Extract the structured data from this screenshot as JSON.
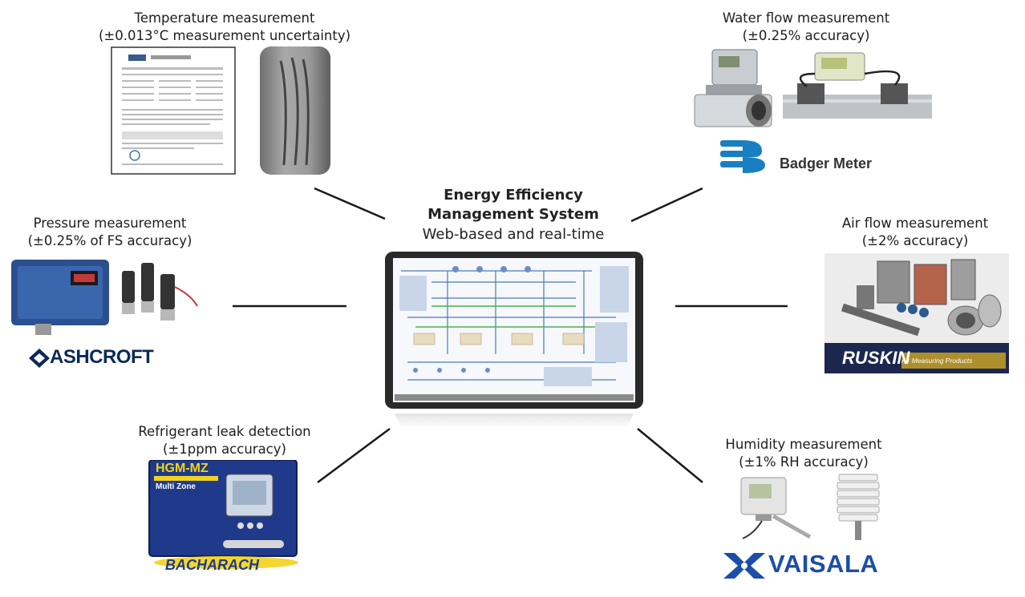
{
  "center": {
    "title_line1": "Energy Efficiency",
    "title_line2": "Management System",
    "subtitle": "Web-based and real-time"
  },
  "nodes": {
    "temperature": {
      "line1": "Temperature measurement",
      "line2": "(±0.013°C measurement uncertainty)"
    },
    "water_flow": {
      "line1": "Water flow measurement",
      "line2": "(±0.25% accuracy)",
      "brand": "Badger Meter"
    },
    "pressure": {
      "line1": "Pressure measurement",
      "line2": "(±0.25% of FS accuracy)",
      "brand": "ASHCROFT"
    },
    "air_flow": {
      "line1": "Air flow measurement",
      "line2": "(±2% accuracy)",
      "brand": "RUSKIN",
      "brand_tag": "Air Measuring Products"
    },
    "refrigerant": {
      "line1": "Refrigerant leak detection",
      "line2": "(±1ppm accuracy)",
      "brand": "BACHARACH",
      "device_label": "HGM-MZ",
      "device_sublabel": "Multi Zone"
    },
    "humidity": {
      "line1": "Humidity measurement",
      "line2": "(±1% RH accuracy)",
      "brand": "VAISALA"
    }
  },
  "colors": {
    "line": "#1a1a1a",
    "badger_blue": "#1a7fc1",
    "ashcroft_navy": "#0b2a55",
    "ruskin_navy": "#1c2750",
    "ruskin_gold": "#c8a227",
    "vaisala_blue": "#1b4ea6",
    "bacharach_yellow": "#f2d21b",
    "device_blue": "#1f3a8a"
  }
}
